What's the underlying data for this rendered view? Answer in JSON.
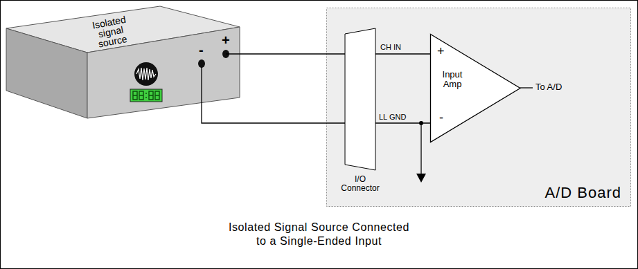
{
  "diagram": {
    "caption": "Isolated Signal Source Connected to a Single-Ended Input",
    "nodes": [
      {
        "text": [
          "Isolated signal source"
        ]
      },
      {
        "text": [
          "A/D Board"
        ]
      },
      {
        "text": [
          "I/O Connector"
        ],
        "in": 1
      },
      {
        "text": [
          "Input Amp"
        ],
        "in": 1
      }
    ],
    "edges": [
      {
        "from": 0,
        "to": 2,
        "arrow": "none"
      },
      {
        "from": 0,
        "to": 2,
        "arrow": "none"
      },
      {
        "from": 2,
        "to": 3,
        "arrow": "none"
      },
      {
        "from": 2,
        "to": 3,
        "arrow": "none"
      }
    ],
    "labels": [
      "-",
      "+",
      "CH IN",
      "+",
      "LL GND",
      "-",
      "To A/D"
    ]
  }
}
